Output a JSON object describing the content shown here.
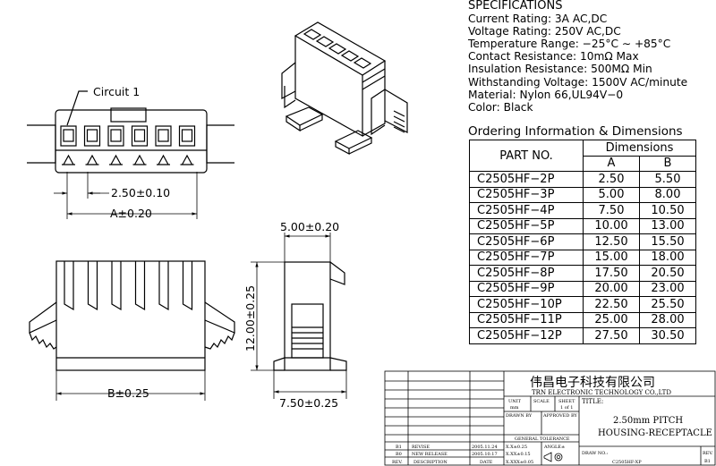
{
  "specifications": {
    "heading": "SPECIFICATIONS",
    "lines": [
      "Current Rating: 3A AC,DC",
      "Voltage Rating: 250V AC,DC",
      "Temperature Range: −25°C ∼ +85°C",
      "Contact Resistance: 10mΩ Max",
      "Insulation Resistance: 500MΩ Min",
      "Withstanding Voltage: 1500V AC/minute",
      "Material: Nylon 66,UL94V−0",
      "Color: Black"
    ]
  },
  "ordering": {
    "title": "Ordering Information & Dimensions",
    "header_part": "PART NO.",
    "header_dimensions": "Dimensions",
    "header_a": "A",
    "header_b": "B",
    "rows": [
      {
        "part": "C2505HF−2P",
        "a": "2.50",
        "b": "5.50"
      },
      {
        "part": "C2505HF−3P",
        "a": "5.00",
        "b": "8.00"
      },
      {
        "part": "C2505HF−4P",
        "a": "7.50",
        "b": "10.50"
      },
      {
        "part": "C2505HF−5P",
        "a": "10.00",
        "b": "13.00"
      },
      {
        "part": "C2505HF−6P",
        "a": "12.50",
        "b": "15.50"
      },
      {
        "part": "C2505HF−7P",
        "a": "15.00",
        "b": "18.00"
      },
      {
        "part": "C2505HF−8P",
        "a": "17.50",
        "b": "20.50"
      },
      {
        "part": "C2505HF−9P",
        "a": "20.00",
        "b": "23.00"
      },
      {
        "part": "C2505HF−10P",
        "a": "22.50",
        "b": "25.50"
      },
      {
        "part": "C2505HF−11P",
        "a": "25.00",
        "b": "28.00"
      },
      {
        "part": "C2505HF−12P",
        "a": "27.50",
        "b": "30.50"
      }
    ]
  },
  "drawing_labels": {
    "circuit": "Circuit 1",
    "pitch": "2.50±0.10",
    "dim_a": "A±0.20",
    "dim_b": "B±0.25",
    "width_top": "5.00±0.20",
    "height": "12.00±0.25",
    "width_bottom": "7.50±0.25"
  },
  "title_block": {
    "company_cn": "伟昌电子科技有限公司",
    "company_en": "TRN ELECTRONIC TECHNOLOGY CO.,LTD",
    "unit_label": "UNIT",
    "unit_value": "mm",
    "scale_label": "SCALE",
    "sheet_label": "SHEET",
    "sheet_value": "1 of 1",
    "drawn_by": "DRAWN BY",
    "approved_by": "APPROVED BY",
    "title_label": "TITLE:",
    "title_line1": "2.50mm PITCH",
    "title_line2": "HOUSING-RECEPTACLE",
    "general_tolerance": "GENERAL TOLERANCE",
    "tol_1": "X.X±0.25",
    "tol_2": "X.XX±0.15",
    "tol_3": "X.XXX±0.05",
    "angle": "ANGLE±",
    "draw_no_label": "DRAW NO.:",
    "draw_no_value": "C2505HF-XP",
    "rev_label": "REV.",
    "rev_value": "B1",
    "rev_rows": [
      {
        "rev": "B1",
        "desc": "REVISE",
        "date": "2005.11.24"
      },
      {
        "rev": "B0",
        "desc": "NEW RELEASE",
        "date": "2005.10.17"
      }
    ],
    "rev_header": {
      "rev": "REV.",
      "desc": "DESCRIPTION",
      "date": "DATE"
    }
  }
}
